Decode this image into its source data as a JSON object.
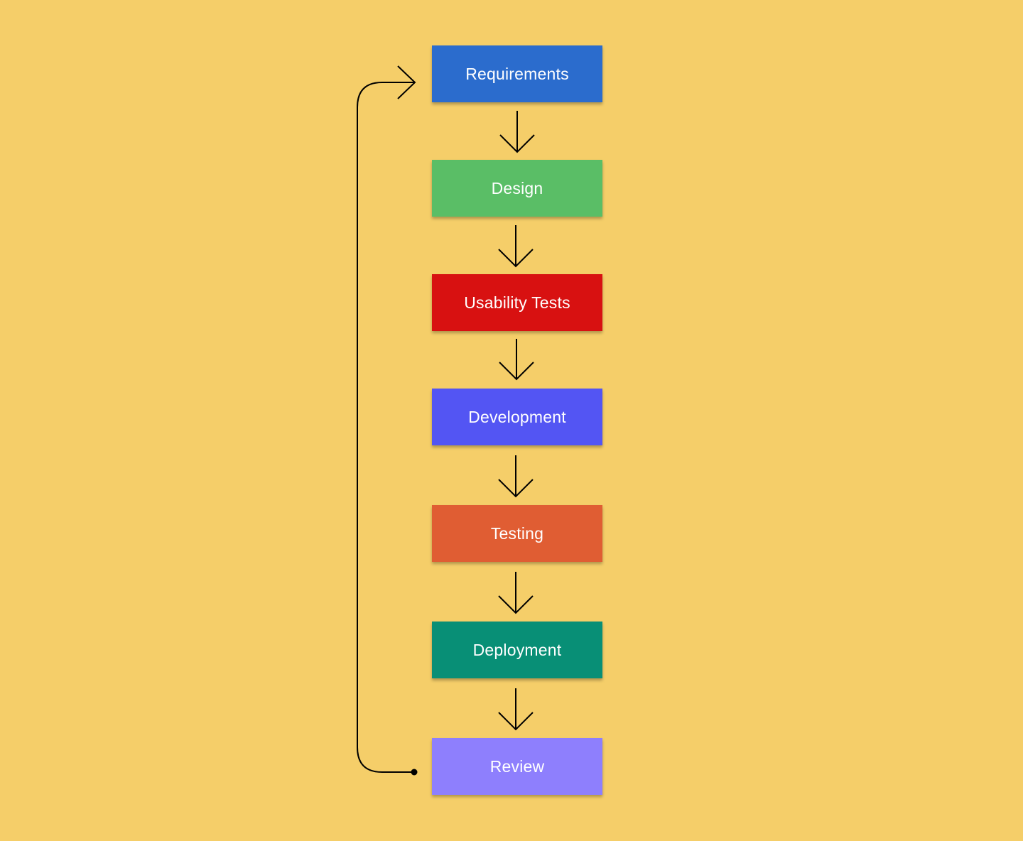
{
  "steps": [
    {
      "label": "Requirements",
      "color": "#2B6CCD"
    },
    {
      "label": "Design",
      "color": "#5ABE66"
    },
    {
      "label": "Usability Tests",
      "color": "#D81111"
    },
    {
      "label": "Development",
      "color": "#5355F3"
    },
    {
      "label": "Testing",
      "color": "#E05D33"
    },
    {
      "label": "Deployment",
      "color": "#088F76"
    },
    {
      "label": "Review",
      "color": "#8E7FFD"
    }
  ],
  "connector_color": "#000000"
}
